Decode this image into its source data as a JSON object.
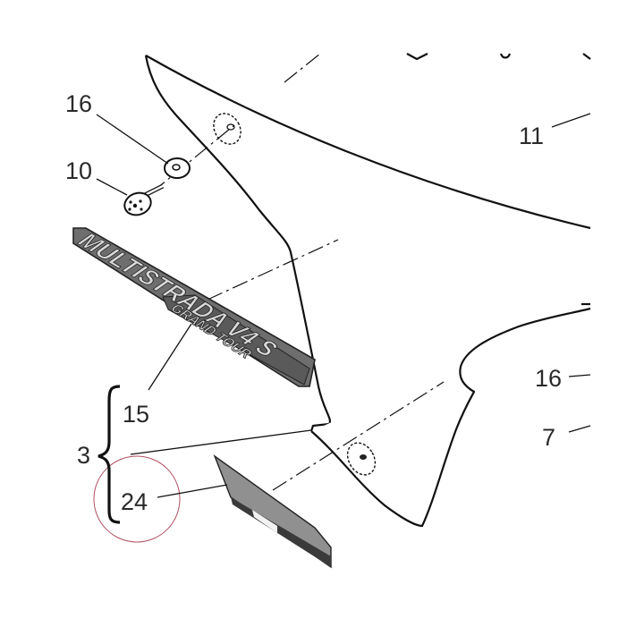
{
  "callouts": {
    "c16_top": "16",
    "c10": "10",
    "c11": "11",
    "c16_right": "16",
    "c7": "7",
    "c15": "15",
    "c3": "3",
    "c24": "24"
  },
  "decal": {
    "line1": "MULTISTRADA V4 S",
    "line2": "GRAND TOUR"
  },
  "colors": {
    "line": "#111111",
    "highlight_circle": "#b05060",
    "decal_fill": "#6e6e6e",
    "sticker_fill": "#909090"
  }
}
